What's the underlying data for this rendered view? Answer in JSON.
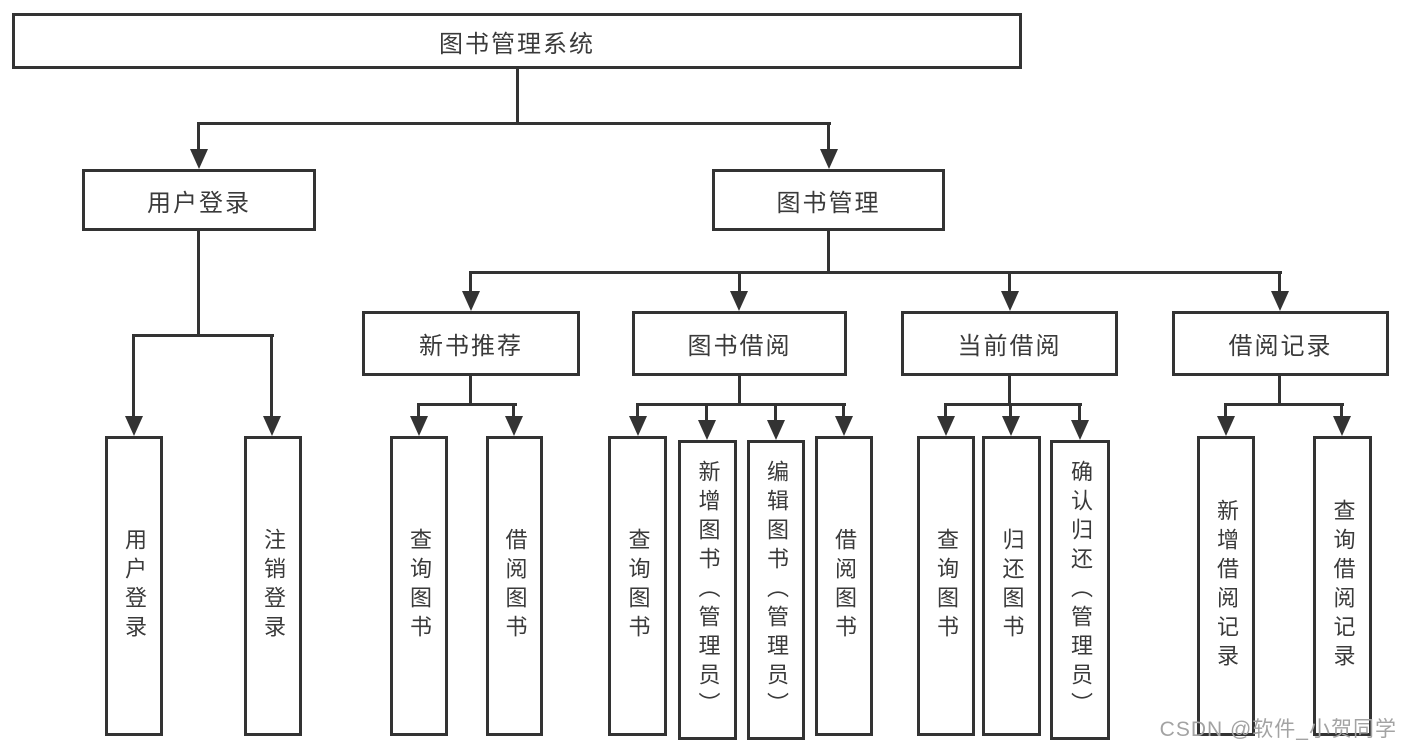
{
  "diagram": {
    "root": {
      "label": "图书管理系统"
    },
    "branches": [
      {
        "label": "用户登录",
        "children": [
          "用户登录",
          "注销登录"
        ]
      },
      {
        "label": "图书管理",
        "children": [
          {
            "label": "新书推荐",
            "children": [
              "查询图书",
              "借阅图书"
            ]
          },
          {
            "label": "图书借阅",
            "children": [
              "查询图书",
              "新增图书（管理员）",
              "编辑图书（管理员）",
              "借阅图书"
            ]
          },
          {
            "label": "当前借阅",
            "children": [
              "查询图书",
              "归还图书",
              "确认归还（管理员）"
            ]
          },
          {
            "label": "借阅记录",
            "children": [
              "新增借阅记录",
              "查询借阅记录"
            ]
          }
        ]
      }
    ]
  },
  "watermark": "CSDN @软件_小贺同学",
  "colors": {
    "line": "#333333",
    "text": "#3a3a3a",
    "watermark": "#a3a3a3",
    "background": "#ffffff"
  }
}
